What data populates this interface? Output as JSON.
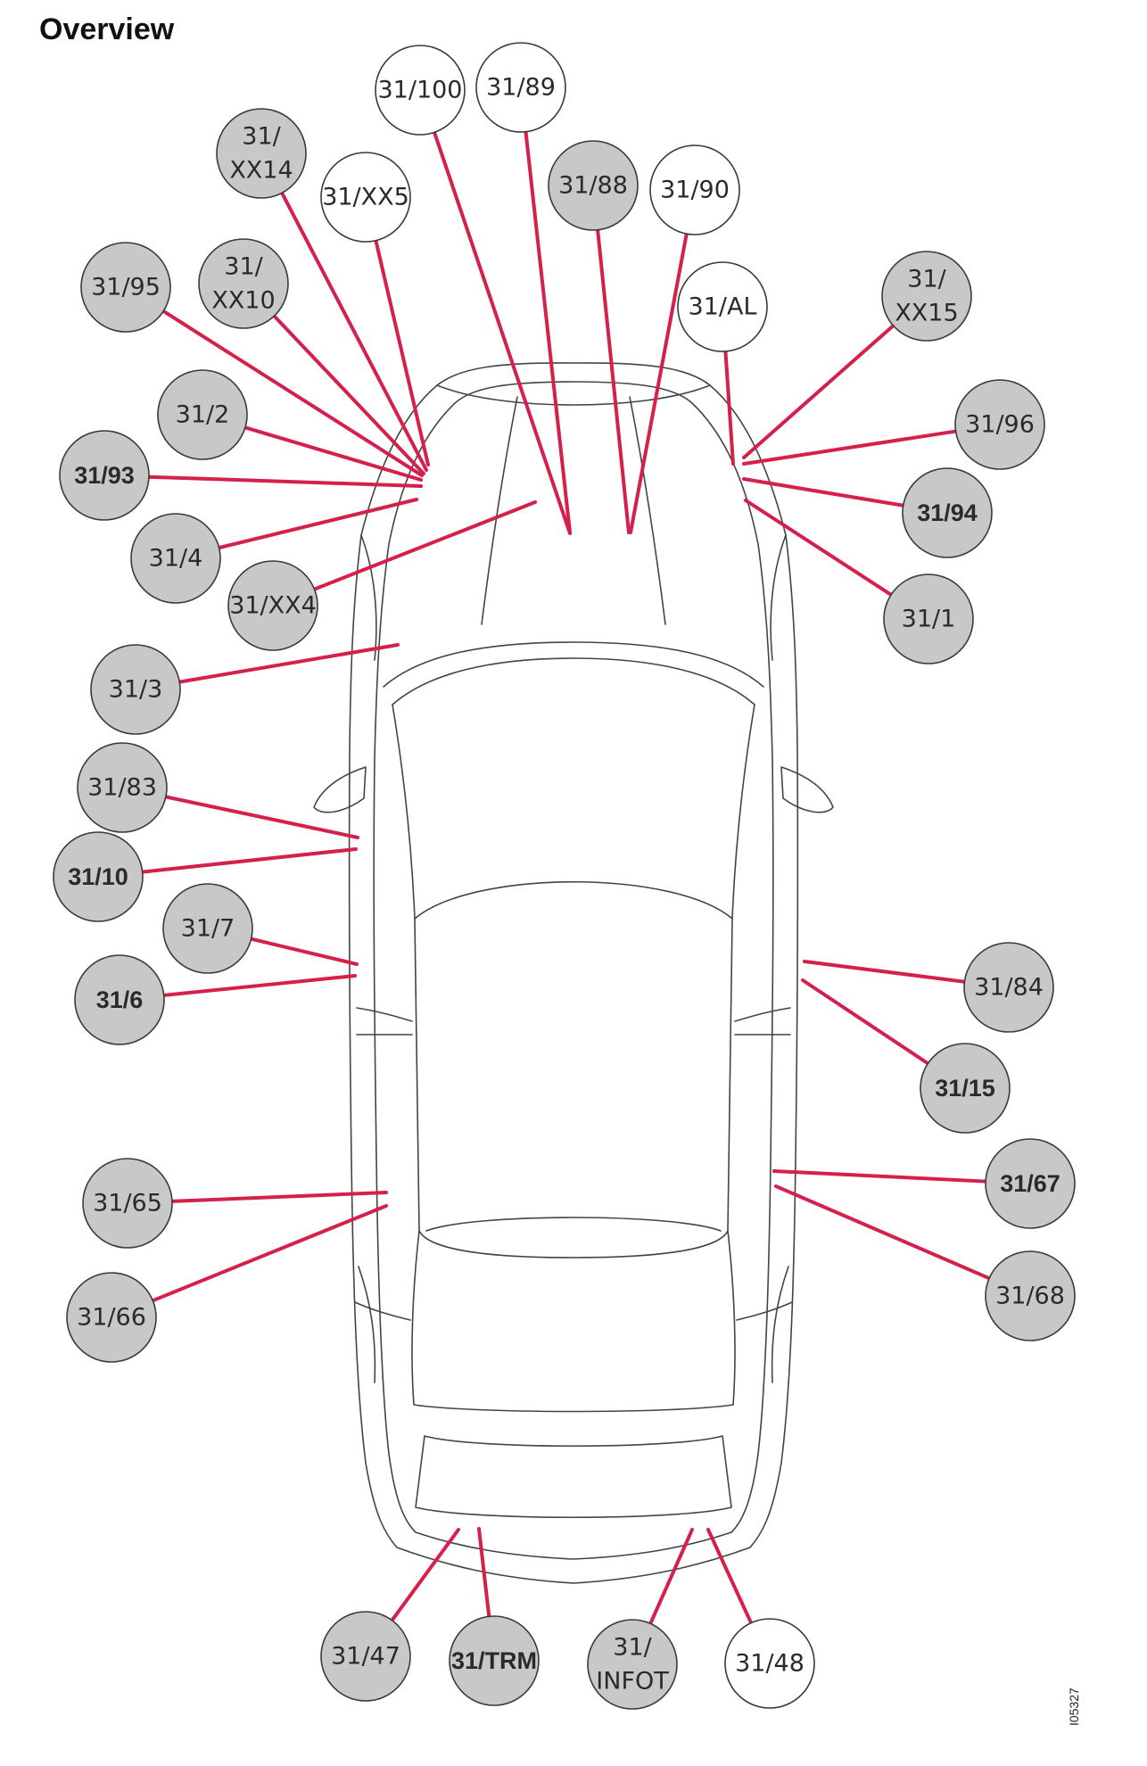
{
  "title": "Overview",
  "figure_id": "I05327",
  "colors": {
    "filled": "#c8c8c8",
    "empty": "#ffffff",
    "leader": "#d4204a",
    "outline": "#444444"
  },
  "labels": [
    {
      "id": "l-31-100",
      "lines": [
        "31/100"
      ],
      "filled": false,
      "bold": false
    },
    {
      "id": "l-31-89",
      "lines": [
        "31/89"
      ],
      "filled": false,
      "bold": false
    },
    {
      "id": "l-31-xx14",
      "lines": [
        "31/",
        "XX14"
      ],
      "filled": true,
      "bold": false
    },
    {
      "id": "l-31-88",
      "lines": [
        "31/88"
      ],
      "filled": true,
      "bold": false
    },
    {
      "id": "l-31-90",
      "lines": [
        "31/90"
      ],
      "filled": false,
      "bold": false
    },
    {
      "id": "l-31-xx5",
      "lines": [
        "31/XX5"
      ],
      "filled": false,
      "bold": false
    },
    {
      "id": "l-31-95",
      "lines": [
        "31/95"
      ],
      "filled": true,
      "bold": false
    },
    {
      "id": "l-31-xx10",
      "lines": [
        "31/",
        "XX10"
      ],
      "filled": true,
      "bold": false
    },
    {
      "id": "l-31-al",
      "lines": [
        "31/AL"
      ],
      "filled": false,
      "bold": false
    },
    {
      "id": "l-31-xx15",
      "lines": [
        "31/",
        "XX15"
      ],
      "filled": true,
      "bold": false
    },
    {
      "id": "l-31-2",
      "lines": [
        "31/2"
      ],
      "filled": true,
      "bold": false
    },
    {
      "id": "l-31-96",
      "lines": [
        "31/96"
      ],
      "filled": true,
      "bold": false
    },
    {
      "id": "l-31-93",
      "lines": [
        "31/93"
      ],
      "filled": true,
      "bold": true
    },
    {
      "id": "l-31-94",
      "lines": [
        "31/94"
      ],
      "filled": true,
      "bold": true
    },
    {
      "id": "l-31-4",
      "lines": [
        "31/4"
      ],
      "filled": true,
      "bold": false
    },
    {
      "id": "l-31-xx4",
      "lines": [
        "31/XX4"
      ],
      "filled": true,
      "bold": false
    },
    {
      "id": "l-31-1",
      "lines": [
        "31/1"
      ],
      "filled": true,
      "bold": false
    },
    {
      "id": "l-31-3",
      "lines": [
        "31/3"
      ],
      "filled": true,
      "bold": false
    },
    {
      "id": "l-31-83",
      "lines": [
        "31/83"
      ],
      "filled": true,
      "bold": false
    },
    {
      "id": "l-31-10",
      "lines": [
        "31/10"
      ],
      "filled": true,
      "bold": true
    },
    {
      "id": "l-31-7",
      "lines": [
        "31/7"
      ],
      "filled": true,
      "bold": false
    },
    {
      "id": "l-31-84",
      "lines": [
        "31/84"
      ],
      "filled": true,
      "bold": false
    },
    {
      "id": "l-31-6",
      "lines": [
        "31/6"
      ],
      "filled": true,
      "bold": true
    },
    {
      "id": "l-31-15",
      "lines": [
        "31/15"
      ],
      "filled": true,
      "bold": true
    },
    {
      "id": "l-31-67",
      "lines": [
        "31/67"
      ],
      "filled": true,
      "bold": true
    },
    {
      "id": "l-31-65",
      "lines": [
        "31/65"
      ],
      "filled": true,
      "bold": false
    },
    {
      "id": "l-31-68",
      "lines": [
        "31/68"
      ],
      "filled": true,
      "bold": false
    },
    {
      "id": "l-31-66",
      "lines": [
        "31/66"
      ],
      "filled": true,
      "bold": false
    },
    {
      "id": "l-31-47",
      "lines": [
        "31/47"
      ],
      "filled": true,
      "bold": false
    },
    {
      "id": "l-31-trm",
      "lines": [
        "31/TRM"
      ],
      "filled": true,
      "bold": true
    },
    {
      "id": "l-31-infot",
      "lines": [
        "31/",
        "INFOT"
      ],
      "filled": true,
      "bold": false
    },
    {
      "id": "l-31-48",
      "lines": [
        "31/48"
      ],
      "filled": false,
      "bold": false
    }
  ]
}
